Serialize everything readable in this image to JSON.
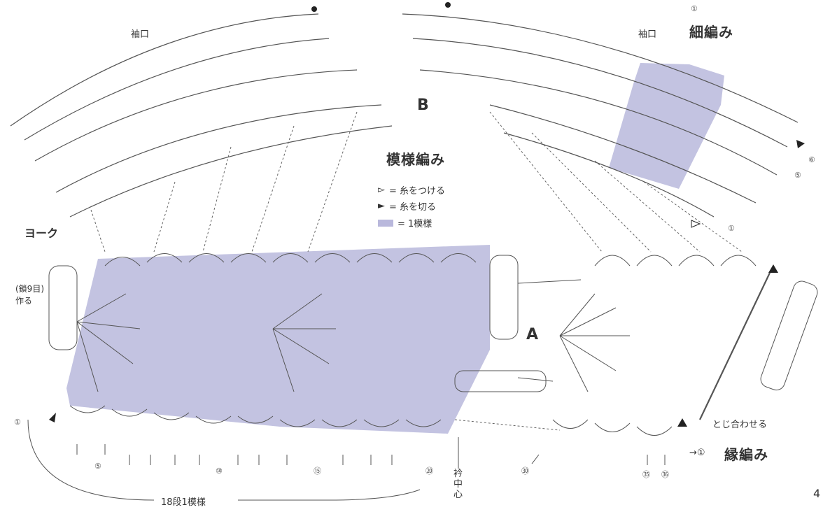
{
  "labels": {
    "sleeve_left": "袖口",
    "sleeve_right": "袖口",
    "section_b": "B",
    "section_a": "A",
    "pattern_title": "模様編み",
    "single_crochet": "細編み",
    "single_crochet_row": "①",
    "yoke": "ヨーク",
    "make_chain": "(鎖9目)\n作る",
    "join": "とじ合わせる",
    "edging": "縁編み",
    "edging_row": "→①",
    "neck_center": "衿\n中\n心",
    "repeat_note": "18段1模様",
    "page_number": "4"
  },
  "legend": [
    {
      "symbol": "▻",
      "text": "= 糸をつける"
    },
    {
      "symbol": "►",
      "text": "= 糸を切る"
    },
    {
      "symbol": "swatch",
      "text": "= 1模様"
    }
  ],
  "row_markers": [
    "①",
    "⑤",
    "⑩",
    "⑮",
    "⑳",
    "㉚",
    "㉟",
    "㊱"
  ],
  "right_markers": [
    "⑥",
    "⑤",
    "①"
  ],
  "colors": {
    "highlight": "#b9b8dc",
    "line": "#555555"
  }
}
